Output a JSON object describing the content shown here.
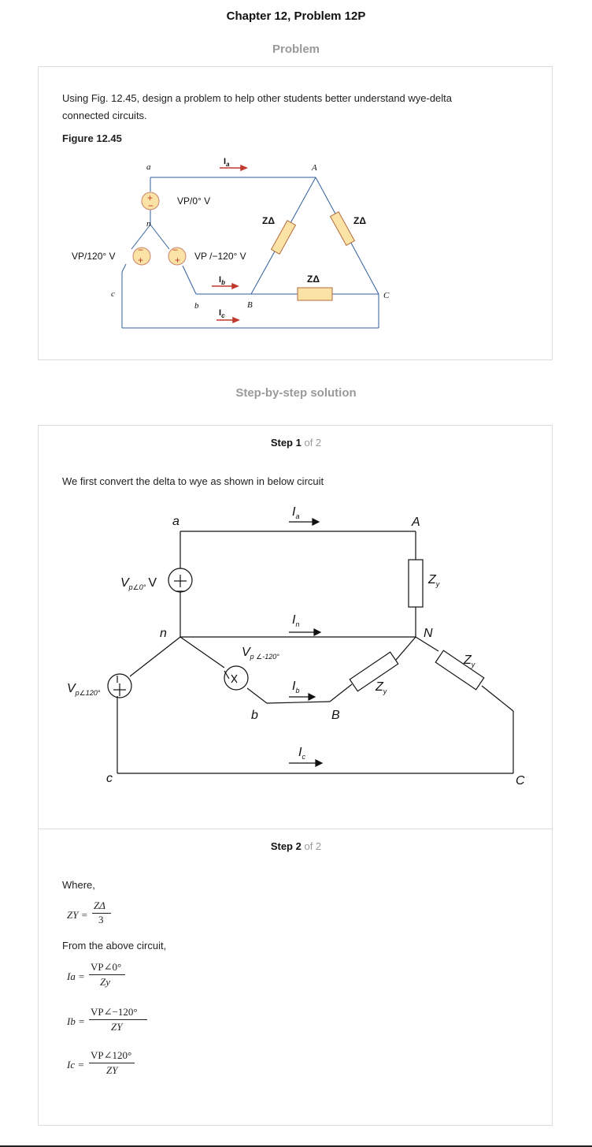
{
  "page": {
    "title": "Chapter 12, Problem 12P"
  },
  "problem": {
    "heading": "Problem",
    "text_line1": "Using Fig. 12.45, design a problem to help other students better understand wye-delta",
    "text_line2": "connected circuits.",
    "figure_label": "Figure 12.45",
    "figure": {
      "node_a": "a",
      "node_n": "n",
      "node_c": "c",
      "node_b": "b",
      "node_A": "A",
      "node_B": "B",
      "node_C": "C",
      "current_a": "I",
      "current_a_sub": "a",
      "current_b": "I",
      "current_b_sub": "b",
      "current_c": "I",
      "current_c_sub": "c",
      "source_a": "VP/0° V",
      "source_c": "VP/120° V",
      "source_b": "VP /−120° V",
      "load_left": "ZΔ",
      "load_right": "ZΔ",
      "load_bottom": "ZΔ"
    }
  },
  "solution": {
    "heading": "Step-by-step solution",
    "step1": {
      "label": "Step 1",
      "of": "of 2",
      "text": "We first convert the delta to wye as shown in below circuit",
      "figure": {
        "node_a": "a",
        "node_n": "n",
        "node_c": "c",
        "node_b": "b",
        "node_A": "A",
        "node_N": "N",
        "node_B": "B",
        "node_C": "C",
        "current_a": "I",
        "current_a_sub": "a",
        "current_n": "I",
        "current_n_sub": "n",
        "current_b": "I",
        "current_b_sub": "b",
        "current_c": "I",
        "current_c_sub": "c",
        "source_a": "V",
        "source_a_sub": "p∠0°",
        "source_a_unit": "V",
        "source_b": "V",
        "source_b_sub": "p ∠-120°",
        "source_c": "V",
        "source_c_sub": "p∠120°",
        "load_1": "Z",
        "load_1_sub": "y",
        "load_2": "Z",
        "load_2_sub": "y",
        "load_3": "Z",
        "load_3_sub": "y"
      }
    },
    "step2": {
      "label": "Step 2",
      "of": "of 2",
      "where": "Where,",
      "from_above": "From the above circuit,",
      "eq_zy": {
        "lhs": "ZY =",
        "num": "ZΔ",
        "den": "3"
      },
      "eq_ia": {
        "lhs": "Ia =",
        "num": "VP∠0°",
        "den": "Zy"
      },
      "eq_ib": {
        "lhs": "Ib =",
        "num": "VP∠−120°",
        "den": "ZY"
      },
      "eq_ic": {
        "lhs": "Ic =",
        "num": "VP∠120°",
        "den": "ZY"
      }
    }
  }
}
